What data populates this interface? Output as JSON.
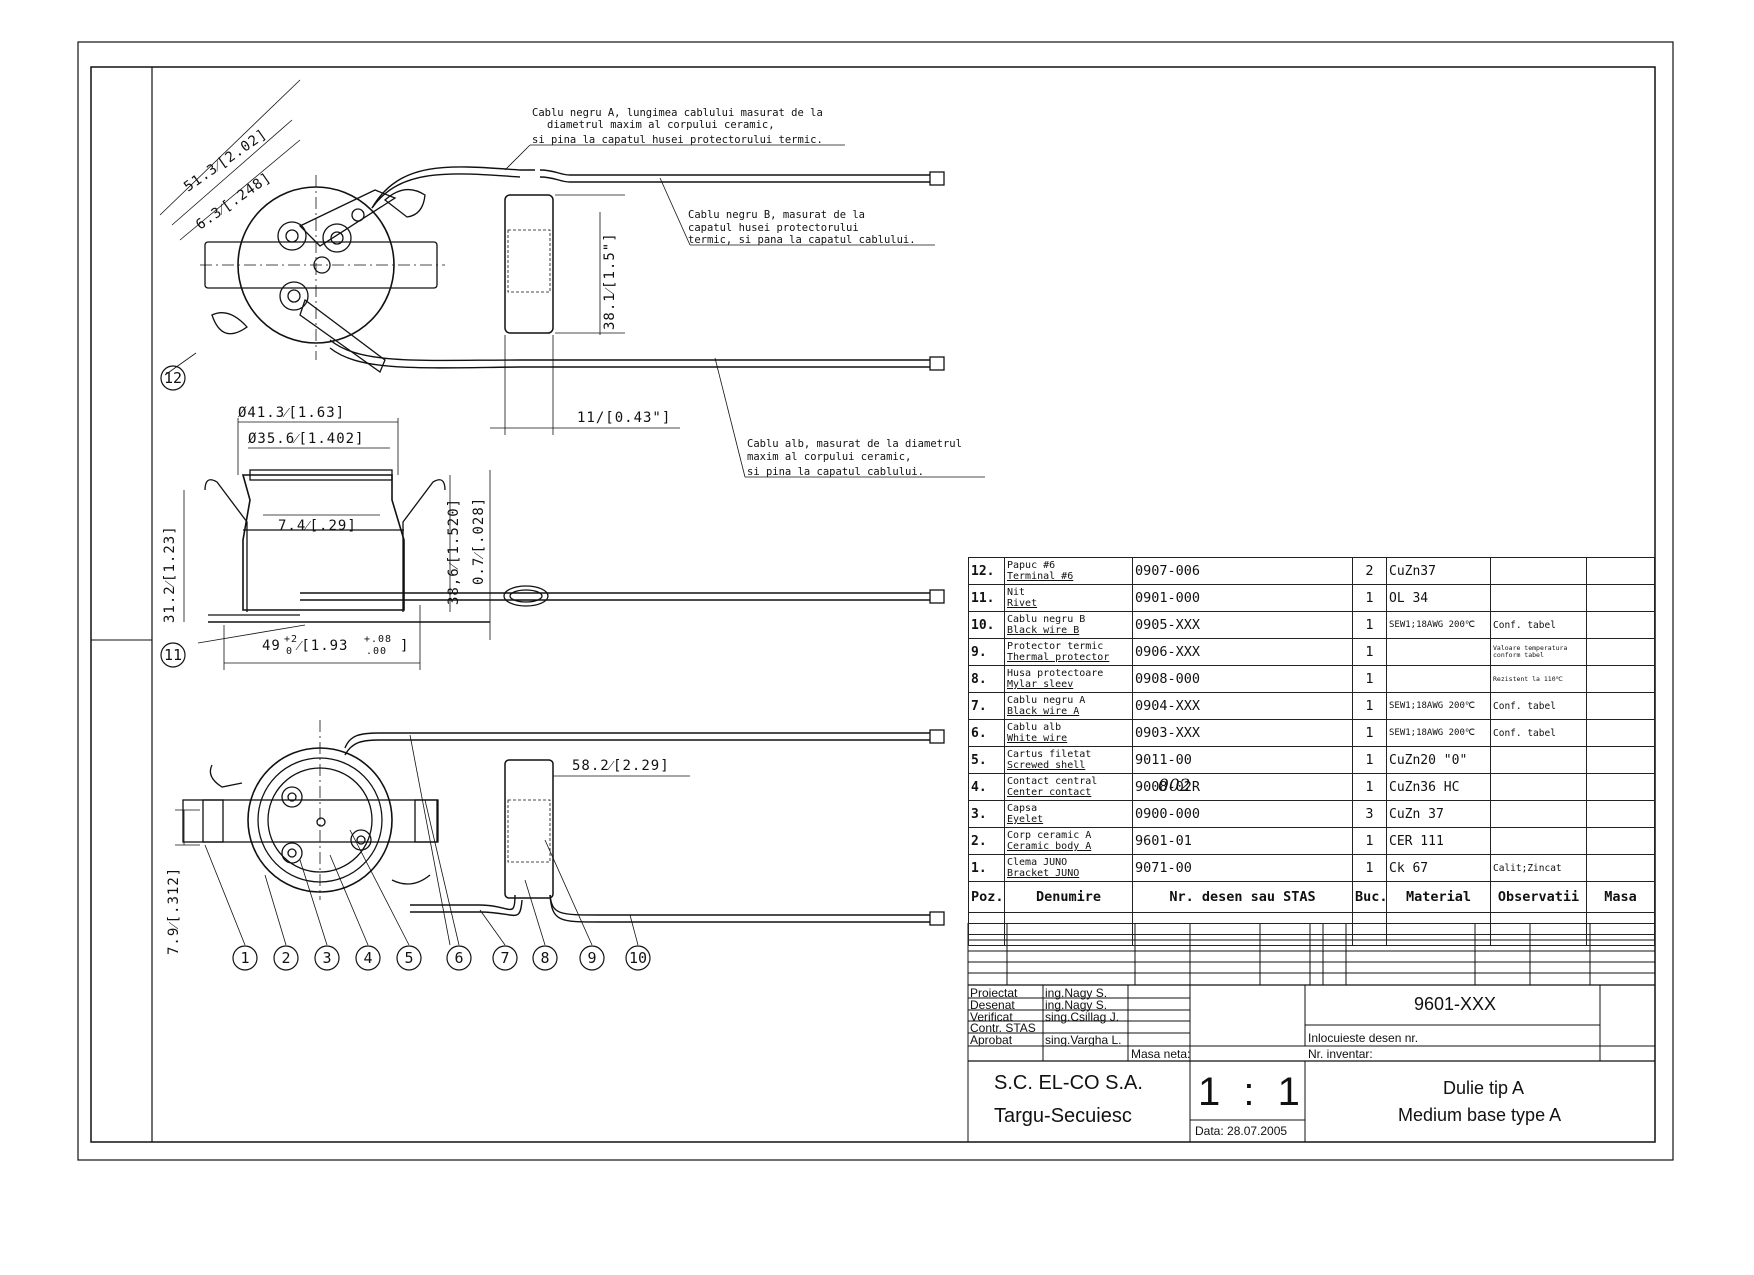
{
  "notes": {
    "cable_black_a": [
      "Cablu negru A, lungimea cablului masurat de la",
      "diametrul maxim al corpului ceramic,",
      "si pina la capatul husei protectorului termic."
    ],
    "cable_black_b": [
      "Cablu negru B, masurat de la",
      "capatul husei protectorului",
      "termic, si pana la capatul cablului."
    ],
    "cable_white": [
      "Cablu alb, masurat de la diametrul",
      "maxim al corpului ceramic,",
      "si pina la capatul cablului."
    ]
  },
  "dimensions": {
    "d1": "51.3⁄[2.02]",
    "d2": "6.3⁄[.248]",
    "d3": "38.1⁄[1.5\"]",
    "d4": "11/[0.43\"]",
    "d5": "Ø41.3⁄[1.63]",
    "d6": "Ø35.6⁄[1.402]",
    "d7": "7.4⁄[.29]",
    "d8": "31.2⁄[1.23]",
    "d9": "38,6⁄[1.520]",
    "d10": "0.7⁄[.028]",
    "d11_main": "49",
    "d11_tol_up": "+2",
    "d11_tol_low": "0",
    "d11_bracket": "⁄[1.93",
    "d11_tol2_up": "+.08",
    "d11_tol2_low": ".00",
    "d11_close": "]",
    "d12": "58.2⁄[2.29]",
    "d13": "7.9⁄[.312]"
  },
  "bubbles": [
    "1",
    "2",
    "3",
    "4",
    "5",
    "6",
    "7",
    "8",
    "9",
    "10",
    "11",
    "12"
  ],
  "parts": [
    {
      "poz": "12.",
      "den_ro": "Papuc #6",
      "den_en": "Terminal #6",
      "nr": "0907-006",
      "buc": "2",
      "mat": "CuZn37",
      "obs": ""
    },
    {
      "poz": "11.",
      "den_ro": "Nit",
      "den_en": "Rivet",
      "nr": "0901-000",
      "buc": "1",
      "mat": "OL 34",
      "obs": ""
    },
    {
      "poz": "10.",
      "den_ro": "Cablu negru B",
      "den_en": "Black wire B",
      "nr": "0905-XXX",
      "buc": "1",
      "mat": "SEW1;18AWG 200℃",
      "obs": "Conf. tabel"
    },
    {
      "poz": "9.",
      "den_ro": "Protector termic",
      "den_en": "Thermal protector",
      "nr": "0906-XXX",
      "buc": "1",
      "mat": "",
      "obs": "Valoare temperatura conform tabel"
    },
    {
      "poz": "8.",
      "den_ro": "Husa protectoare",
      "den_en": "Mylar sleev",
      "nr": "0908-000",
      "buc": "1",
      "mat": "",
      "obs": "Rezistent la 110℃"
    },
    {
      "poz": "7.",
      "den_ro": "Cablu negru A",
      "den_en": "Black wire A",
      "nr": "0904-XXX",
      "buc": "1",
      "mat": "SEW1;18AWG 200℃",
      "obs": "Conf. tabel"
    },
    {
      "poz": "6.",
      "den_ro": "Cablu alb",
      "den_en": "White wire",
      "nr": "0903-XXX",
      "buc": "1",
      "mat": "SEW1;18AWG 200℃",
      "obs": "Conf. tabel"
    },
    {
      "poz": "5.",
      "den_ro": "Cartus filetat",
      "den_en": "Screwed shell",
      "nr": "9011-00",
      "buc": "1",
      "mat": "CuZn20 \"0\"",
      "obs": ""
    },
    {
      "poz": "4.",
      "den_ro": "Contact central",
      "den_en": "Center contact",
      "nr": "9008-02R",
      "buc": "1",
      "mat": "CuZn36 HC",
      "obs": ""
    },
    {
      "poz": "3.",
      "den_ro": "Capsa",
      "den_en": "Eyelet",
      "nr": "0900-000",
      "buc": "3",
      "mat": "CuZn 37",
      "obs": ""
    },
    {
      "poz": "2.",
      "den_ro": "Corp ceramic A",
      "den_en": "Ceramic body A",
      "nr": "9601-01",
      "buc": "1",
      "mat": "CER 111",
      "obs": ""
    },
    {
      "poz": "1.",
      "den_ro": "Clema JUNO",
      "den_en": "Bracket JUNO",
      "nr": "9071-00",
      "buc": "1",
      "mat": "Ck 67",
      "obs": "Calit;Zincat"
    }
  ],
  "parts_header": {
    "poz": "Poz.",
    "den": "Denumire",
    "nr": "Nr. desen sau STAS",
    "buc": "Buc.",
    "mat": "Material",
    "obs": "Observatii",
    "masa": "Masa"
  },
  "handwritten_correction": "002",
  "title_block": {
    "roles": [
      {
        "role": "Proiectat",
        "name": "ing.Nagy S."
      },
      {
        "role": "Desenat",
        "name": "ing.Nagy S."
      },
      {
        "role": "Verificat",
        "name": "sing.Csillag J."
      },
      {
        "role": "Contr. STAS",
        "name": ""
      },
      {
        "role": "Aprobat",
        "name": "sing.Vargha L."
      }
    ],
    "masa_neta": "Masa neta:",
    "drawing_no": "9601-XXX",
    "replaces": "Inlocuieste desen nr.",
    "inventory": "Nr. inventar:",
    "company_line1": "S.C. EL-CO S.A.",
    "company_line2": "Targu-Secuiesc",
    "scale": "1 : 1",
    "date": "Data: 28.07.2005",
    "title_ro": "Dulie tip A",
    "title_en": "Medium base type A"
  }
}
